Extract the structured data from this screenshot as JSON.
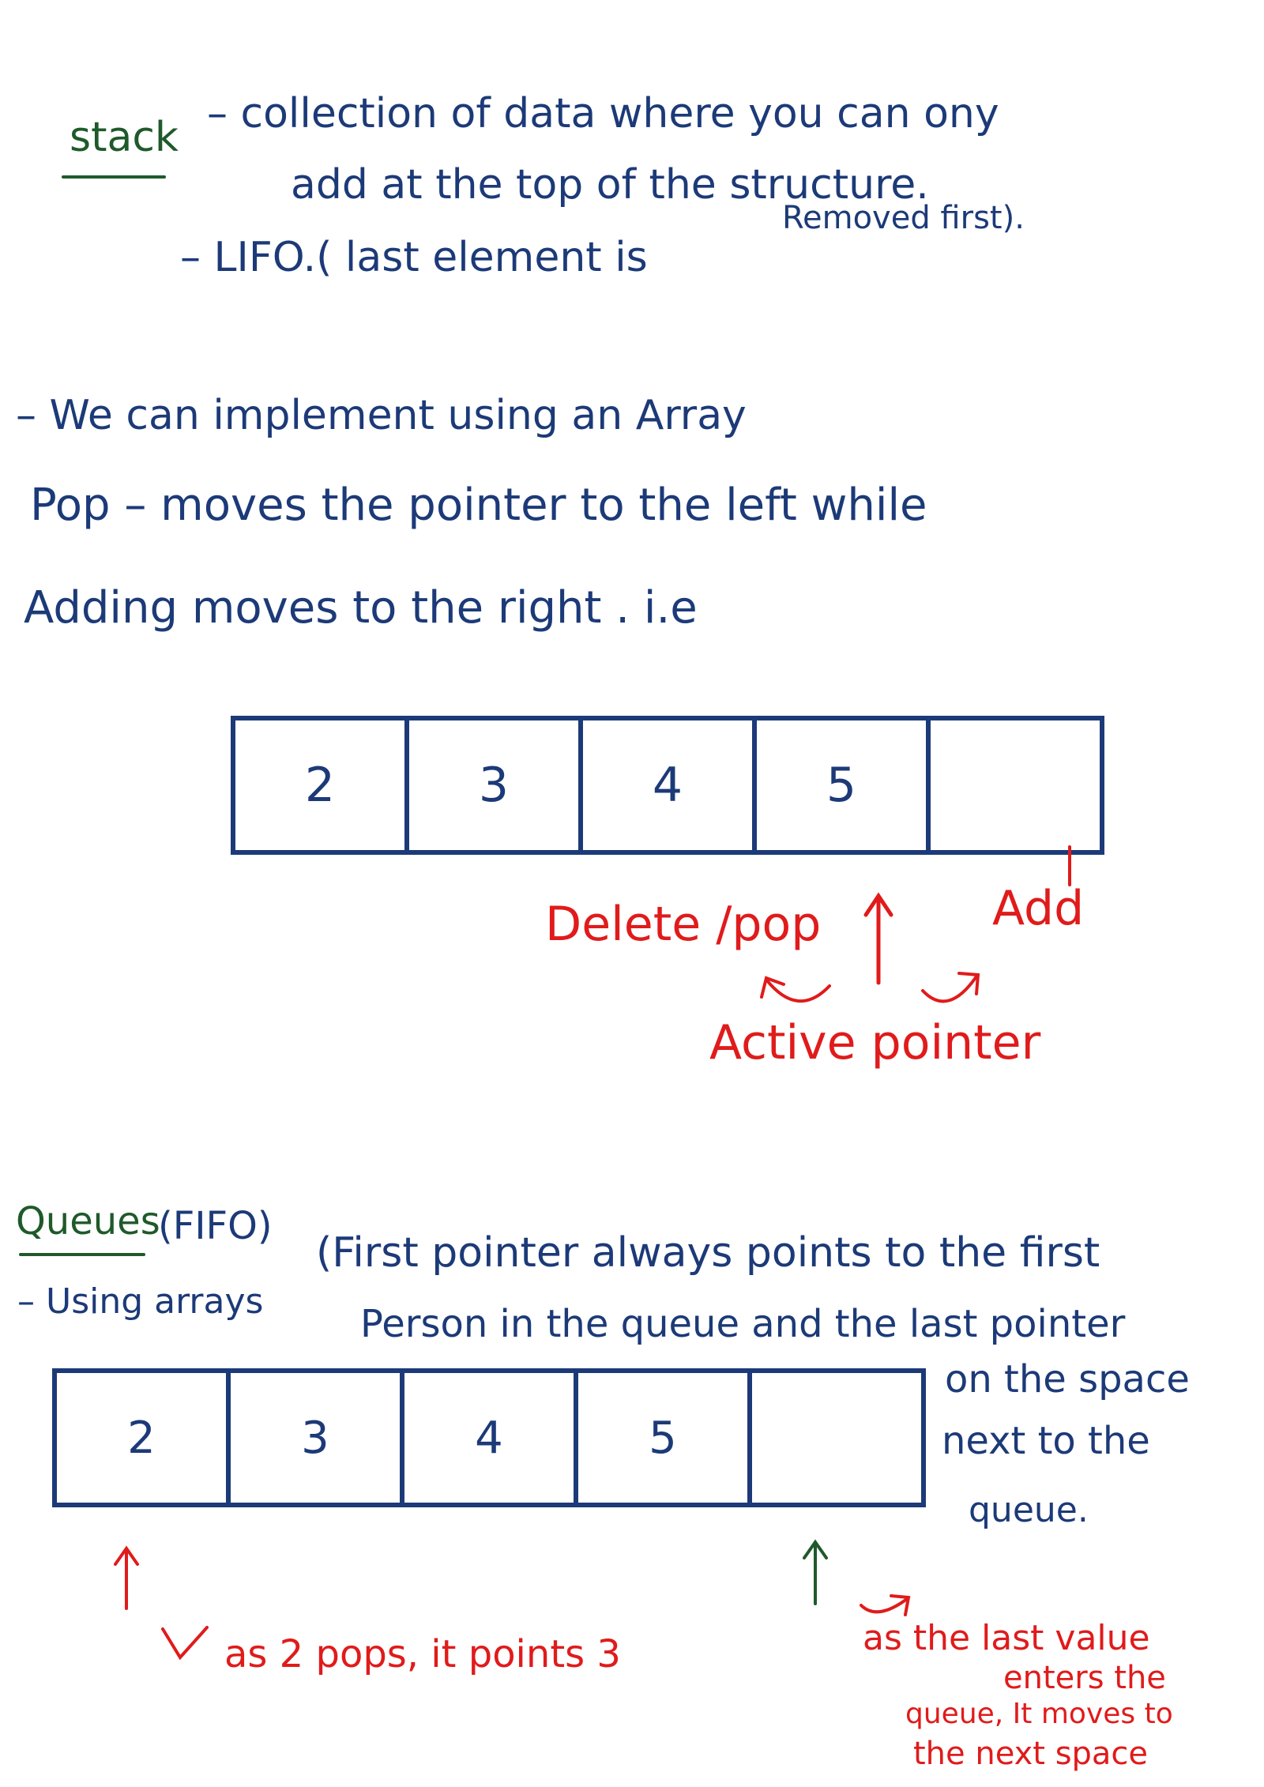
{
  "stack": {
    "heading": "stack",
    "line1": "– collection of data where  you can ony",
    "line2": "add  at  the  top  of  the structure.",
    "line3": "– LIFO.( last element is",
    "line3b": "Removed first).",
    "impl": "– We can  implement  using  an  Array",
    "pop_line": "Pop – moves the pointer to the left while",
    "add_line": "Adding   moves  to  the  right . i.e",
    "cells": [
      "2",
      "3",
      "4",
      "5",
      ""
    ],
    "delete_label": "Delete /pop",
    "add_label": "Add",
    "active_label": "Active  pointer"
  },
  "queue": {
    "heading": "Queues",
    "heading_suffix": "(FIFO)",
    "using": "– Using  arrays",
    "note1": "(First pointer always points  to the first",
    "note2": "Person  in  the  queue and  the  last pointer",
    "note3": "on  the  space",
    "note4": "next  to  the",
    "note5": "queue.",
    "cells": [
      "2",
      "3",
      "4",
      "5",
      ""
    ],
    "first_label": "as 2 pops, it points 3",
    "last1": "as the last value",
    "last2": "enters the",
    "last3": "queue, It moves to",
    "last4": "the next space"
  },
  "colors": {
    "ink": "#1c3a78",
    "heading": "#1f5a2a",
    "annotation": "#e01b1b"
  }
}
